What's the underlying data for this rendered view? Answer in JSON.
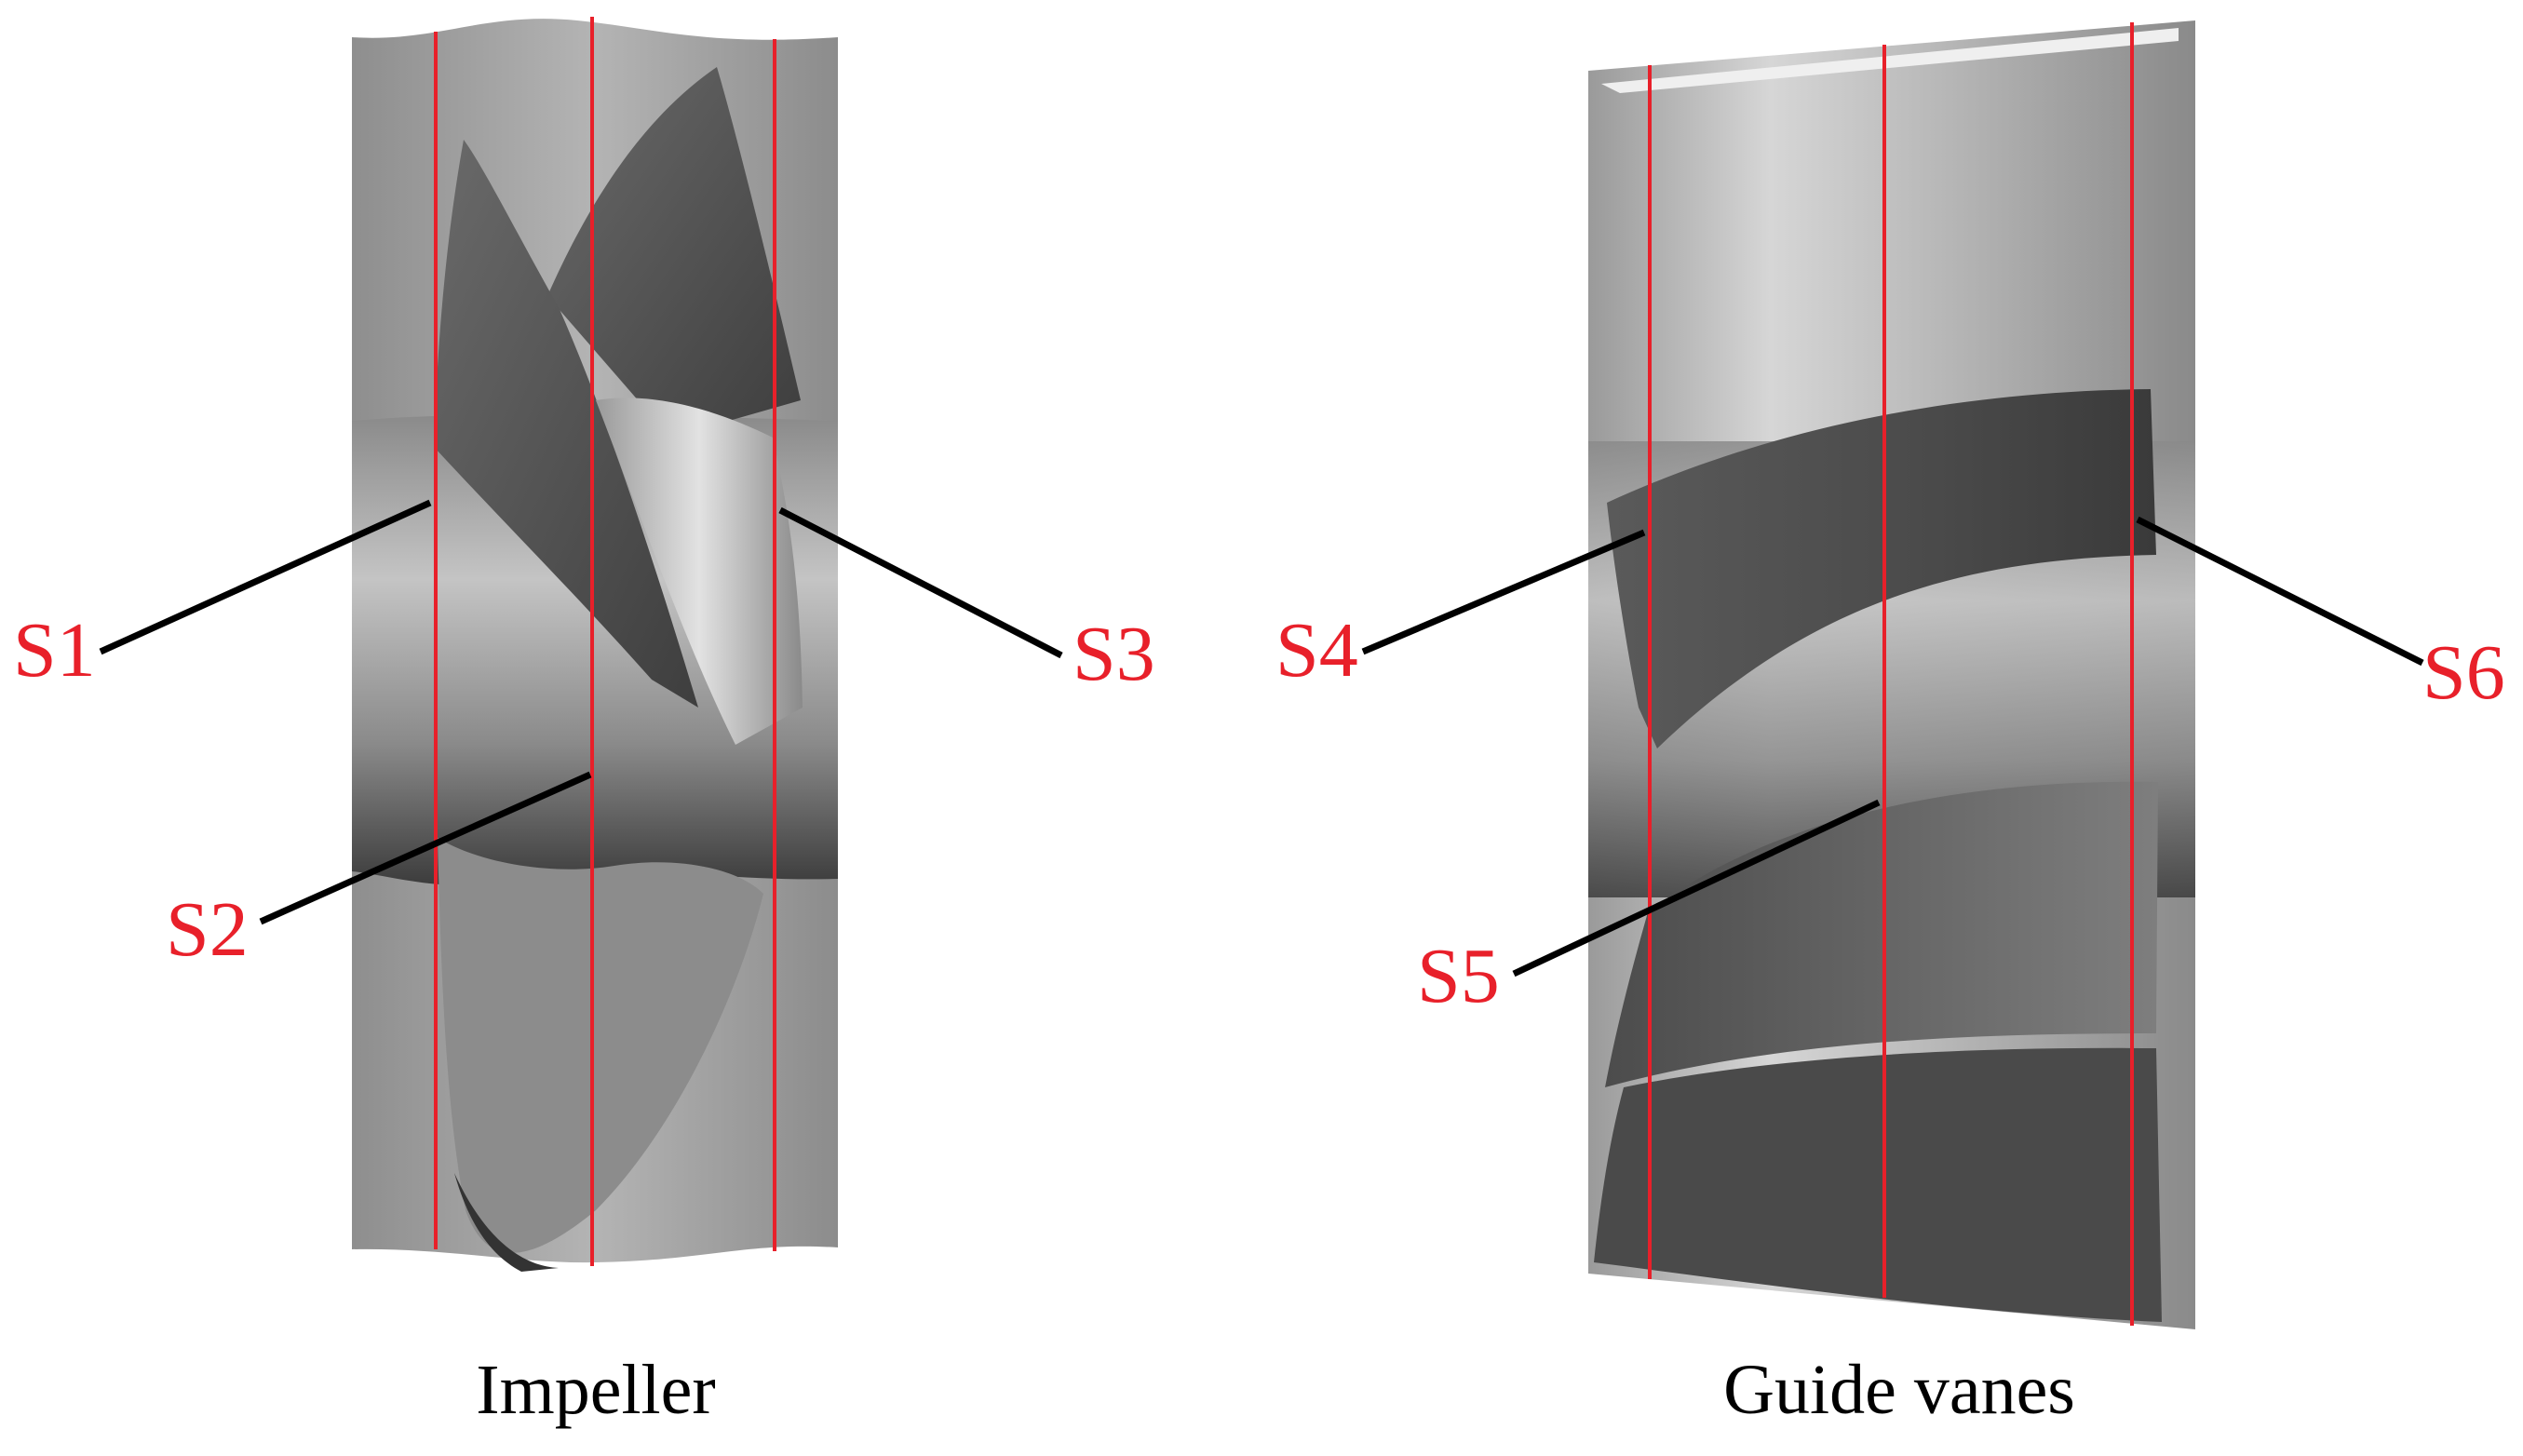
{
  "captions": {
    "impeller": "Impeller",
    "guide_vanes": "Guide vanes"
  },
  "section_labels": {
    "s1": "S1",
    "s2": "S2",
    "s3": "S3",
    "s4": "S4",
    "s5": "S5",
    "s6": "S6"
  },
  "colors": {
    "section_line": "#e8202a",
    "label_text": "#e8202a",
    "leader_line": "#000000",
    "casing": "#a6a6a6",
    "hub": "#7a7a7a",
    "blade_dark": "#4a4a4a",
    "blade_light": "#c8c8c8"
  }
}
